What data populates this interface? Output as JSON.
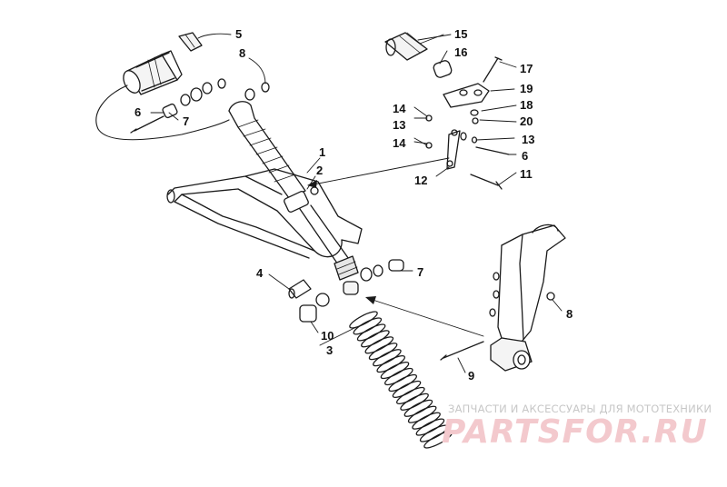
{
  "callouts": {
    "c1": "1",
    "c2": "2",
    "c3": "3",
    "c4": "4",
    "c5": "5",
    "c6a": "6",
    "c6b": "6",
    "c7a": "7",
    "c7b": "7",
    "c8a": "8",
    "c8b": "8",
    "c9": "9",
    "c10": "10",
    "c11": "11",
    "c12": "12",
    "c13a": "13",
    "c13b": "13",
    "c14a": "14",
    "c14b": "14",
    "c15": "15",
    "c16": "16",
    "c17": "17",
    "c18": "18",
    "c19": "19",
    "c20": "20"
  },
  "watermark": {
    "caption": "ЗАПЧАСТИ И АКСЕССУАРЫ ДЛЯ МОТОТЕХНИКИ",
    "logo": "PARTSFOR.RU"
  },
  "colors": {
    "line": "#1a1a1a",
    "watermark_caption": "#c7c7c7",
    "watermark_logo": "#f3c9cd"
  }
}
